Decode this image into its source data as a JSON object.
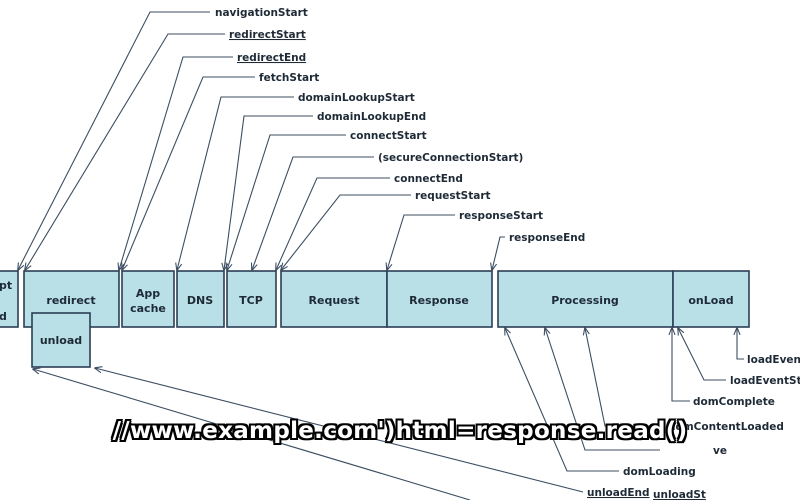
{
  "phases": {
    "prompt_for_unload": [
      "pt",
      "d"
    ],
    "redirect": "redirect",
    "unload": "unload",
    "app_cache": [
      "App",
      "cache"
    ],
    "dns": "DNS",
    "tcp": "TCP",
    "request": "Request",
    "response": "Response",
    "processing": "Processing",
    "onload": "onLoad"
  },
  "events": {
    "navigation_start": "navigationStart",
    "redirect_start": "redirectStart",
    "redirect_end": "redirectEnd",
    "fetch_start": "fetchStart",
    "domain_lookup_start": "domainLookupStart",
    "domain_lookup_end": "domainLookupEnd",
    "connect_start": "connectStart",
    "secure_connection_start": "(secureConnectionStart)",
    "connect_end": "connectEnd",
    "request_start": "requestStart",
    "response_start": "responseStart",
    "response_end": "responseEnd",
    "load_event_end": "loadEvent",
    "load_event_start": "loadEventSta",
    "dom_complete": "domComplete",
    "dom_content_loaded": "domContentLoaded",
    "dom_interactive": "ve",
    "dom_loading": "domLoading",
    "unload_end": "unloadEnd",
    "unload_start": "unloadSt"
  },
  "subtitle": "//www.example.com')html=response.read()",
  "colors": {
    "box_fill": "#b9dfe7",
    "box_stroke": "#2b3f55",
    "arrow": "#3c4e62"
  }
}
